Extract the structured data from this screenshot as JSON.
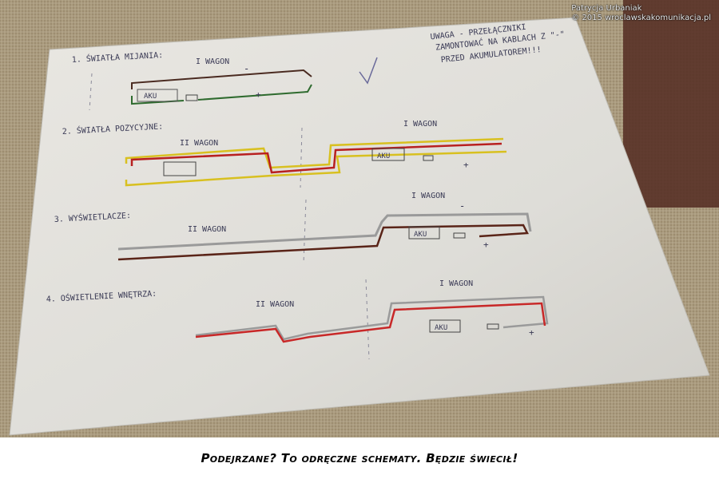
{
  "photo": {
    "watermark": {
      "author": "Patrycja Urbaniak",
      "copyright": "© 2015 wroclawskakomunikacja.pl"
    },
    "sheet": {
      "note": [
        "UWAGA - PRZEŁĄCZNIKI",
        "ZAMONTOWAĆ NA KABLACH Z \"-\"",
        "PRZED AKUMULATOREM!!!"
      ],
      "sections": [
        {
          "title": "1. ŚWIATŁA MIJANIA:",
          "wagon_labels": [
            "I WAGON"
          ]
        },
        {
          "title": "2. ŚWIATŁA POZYCYJNE:",
          "wagon_labels": [
            "II WAGON",
            "I WAGON"
          ]
        },
        {
          "title": "3. WYŚWIETLACZE:",
          "wagon_labels": [
            "II WAGON",
            "I WAGON"
          ]
        },
        {
          "title": "4. OŚWIETLENIE WNĘTRZA:",
          "wagon_labels": [
            "II WAGON",
            "I WAGON"
          ]
        }
      ],
      "battery_label": "AKU",
      "plus": "+",
      "minus": "-"
    }
  },
  "caption": "Podejrzane? To odręczne schematy. Będzie świecił!"
}
